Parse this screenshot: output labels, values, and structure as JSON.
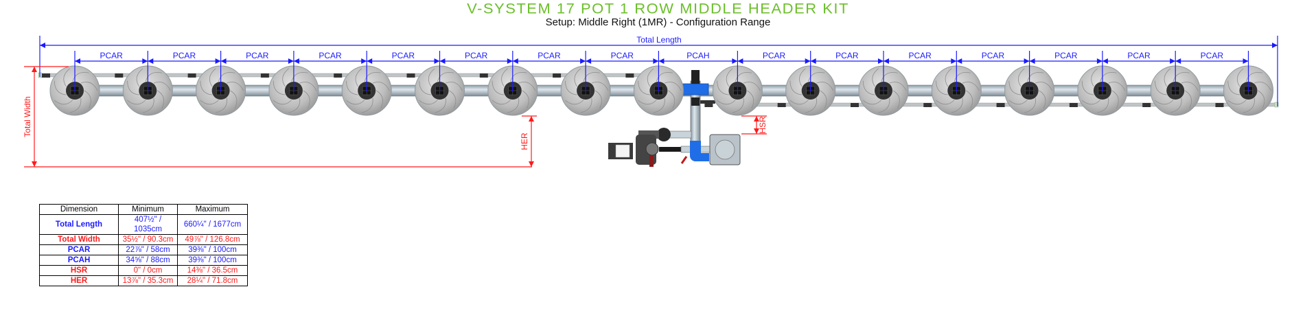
{
  "header": {
    "title": "V-SYSTEM 17 POT 1 ROW MIDDLE HEADER KIT",
    "subtitle": "Setup: Middle Right (1MR) - Configuration Range"
  },
  "diagram": {
    "pot_count": 17,
    "header_after_pot": 9,
    "labels": {
      "total_length": "Total Length",
      "total_width": "Total Width",
      "pcar": "PCAR",
      "pcah": "PCAH",
      "hsr": "HSR",
      "her": "HER"
    },
    "spacing_labels": [
      "PCAR",
      "PCAR",
      "PCAR",
      "PCAR",
      "PCAR",
      "PCAR",
      "PCAR",
      "PCAR",
      "PCAH",
      "PCAR",
      "PCAR",
      "PCAR",
      "PCAR",
      "PCAR",
      "PCAR",
      "PCAR"
    ]
  },
  "colors": {
    "title_green": "#6cbf2b",
    "dimension_blue": "#1a1aff",
    "dimension_red": "#ff1a1a",
    "fitting_blue": "#1f6ee8"
  },
  "table": {
    "headers": [
      "Dimension",
      "Minimum",
      "Maximum"
    ],
    "rows": [
      {
        "name": "Total Length",
        "min": "407½\" / 1035cm",
        "max": "660¼\" / 1677cm",
        "color": "blue"
      },
      {
        "name": "Total Width",
        "min": "35½\" / 90.3cm",
        "max": "49⅞\" / 126.8cm",
        "color": "red"
      },
      {
        "name": "PCAR",
        "min": "22⅞\" / 58cm",
        "max": "39⅜\" / 100cm",
        "color": "blue"
      },
      {
        "name": "PCAH",
        "min": "34⅝\" / 88cm",
        "max": "39⅜\" / 100cm",
        "color": "blue"
      },
      {
        "name": "HSR",
        "min": "0\" / 0cm",
        "max": "14⅜\" / 36.5cm",
        "color": "red"
      },
      {
        "name": "HER",
        "min": "13⅞\" / 35.3cm",
        "max": "28¼\" / 71.8cm",
        "color": "red"
      }
    ]
  }
}
